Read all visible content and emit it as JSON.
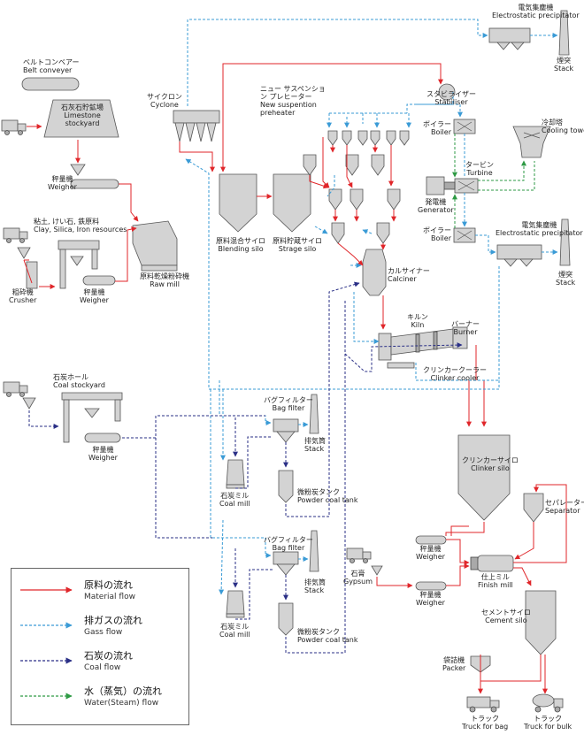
{
  "labels": {
    "belt_conveyer": {
      "ja": "ベルトコンベアー",
      "en": "Belt conveyer"
    },
    "limestone_stockyard": {
      "ja": "石灰石貯鉱場",
      "en": "Limestone stockyard"
    },
    "weigher_1": {
      "ja": "秤量機",
      "en": "Weigher"
    },
    "clay_resources": {
      "ja": "粘土, けい石, 鉄原料",
      "en": "Clay, Silica, Iron resources"
    },
    "crusher": {
      "ja": "粗砕機",
      "en": "Crusher"
    },
    "weigher_2": {
      "ja": "秤量機",
      "en": "Weigher"
    },
    "cyclone": {
      "ja": "サイクロン",
      "en": "Cyclone"
    },
    "raw_mill": {
      "ja": "原料乾燥粉砕機",
      "en": "Raw mill"
    },
    "blending_silo": {
      "ja": "原料混合サイロ",
      "en": "Blending silo"
    },
    "strage_silo": {
      "ja": "原料貯蔵サイロ",
      "en": "Strage silo"
    },
    "nsp": {
      "ja": "ニュー サスペンション プレヒーター",
      "en": "New suspention preheater"
    },
    "ep_top": {
      "ja": "電気集塵機",
      "en": "Electrostatic precipitator"
    },
    "stack_top": {
      "ja": "煙突",
      "en": "Stack"
    },
    "stabiliser": {
      "ja": "スタビライザー",
      "en": "Stabiliser"
    },
    "boiler_1": {
      "ja": "ボイラー",
      "en": "Boiler"
    },
    "cooling_tower": {
      "ja": "冷却塔",
      "en": "Cooling tower"
    },
    "turbine": {
      "ja": "タービン",
      "en": "Turbine"
    },
    "generator": {
      "ja": "発電機",
      "en": "Generator"
    },
    "boiler_2": {
      "ja": "ボイラー",
      "en": "Boiler"
    },
    "ep_mid": {
      "ja": "電気集塵機",
      "en": "Electrostatic precipitator"
    },
    "stack_mid": {
      "ja": "煙突",
      "en": "Stack"
    },
    "calciner": {
      "ja": "カルサイナー",
      "en": "Calciner"
    },
    "kiln": {
      "ja": "キルン",
      "en": "Kiln"
    },
    "burner": {
      "ja": "バーナー",
      "en": "Burner"
    },
    "clinker_cooler": {
      "ja": "クリンカークーラー",
      "en": "Clinker cooler"
    },
    "coal_stockyard": {
      "ja": "石炭ホール",
      "en": "Coal stockyard"
    },
    "weigher_coal": {
      "ja": "秤量機",
      "en": "Weigher"
    },
    "bag_filter_1": {
      "ja": "バグフィルター",
      "en": "Bag filter"
    },
    "stack_bf1": {
      "ja": "排気筒",
      "en": "Stack"
    },
    "coal_mill_1": {
      "ja": "石炭ミル",
      "en": "Coal mill"
    },
    "powder_tank_1": {
      "ja": "微粉炭タンク",
      "en": "Powder coal tank"
    },
    "clinker_silo": {
      "ja": "クリンカーサイロ",
      "en": "Clinker silo"
    },
    "separator": {
      "ja": "セパレーター",
      "en": "Separator"
    },
    "bag_filter_2": {
      "ja": "バグフィルター",
      "en": "Bag filter"
    },
    "stack_bf2": {
      "ja": "排気筒",
      "en": "Stack"
    },
    "coal_mill_2": {
      "ja": "石炭ミル",
      "en": "Coal mill"
    },
    "powder_tank_2": {
      "ja": "微粉炭タンク",
      "en": "Powder coal tank"
    },
    "gypsum": {
      "ja": "石膏",
      "en": "Gypsum"
    },
    "weigher_3": {
      "ja": "秤量機",
      "en": "Weigher"
    },
    "weigher_4": {
      "ja": "秤量機",
      "en": "Weigher"
    },
    "finish_mill": {
      "ja": "仕上ミル",
      "en": "Finish mill"
    },
    "cement_silo": {
      "ja": "セメントサイロ",
      "en": "Cement silo"
    },
    "packer": {
      "ja": "袋詰機",
      "en": "Packer"
    },
    "truck_bag": {
      "ja": "トラック",
      "en": "Truck for bag"
    },
    "truck_bulk": {
      "ja": "トラック",
      "en": "Truck for bulk"
    }
  },
  "legend": [
    {
      "ja": "原料の流れ",
      "en": "Material flow",
      "color": "#e0262a",
      "style": "solid"
    },
    {
      "ja": "排ガスの流れ",
      "en": "Gass flow",
      "color": "#3a9bd6",
      "style": "dashed"
    },
    {
      "ja": "石炭の流れ",
      "en": "Coal flow",
      "color": "#2a2f86",
      "style": "dashed"
    },
    {
      "ja": "水（蒸気）の流れ",
      "en": "Water(Steam) flow",
      "color": "#2e9a44",
      "style": "dashed"
    }
  ]
}
